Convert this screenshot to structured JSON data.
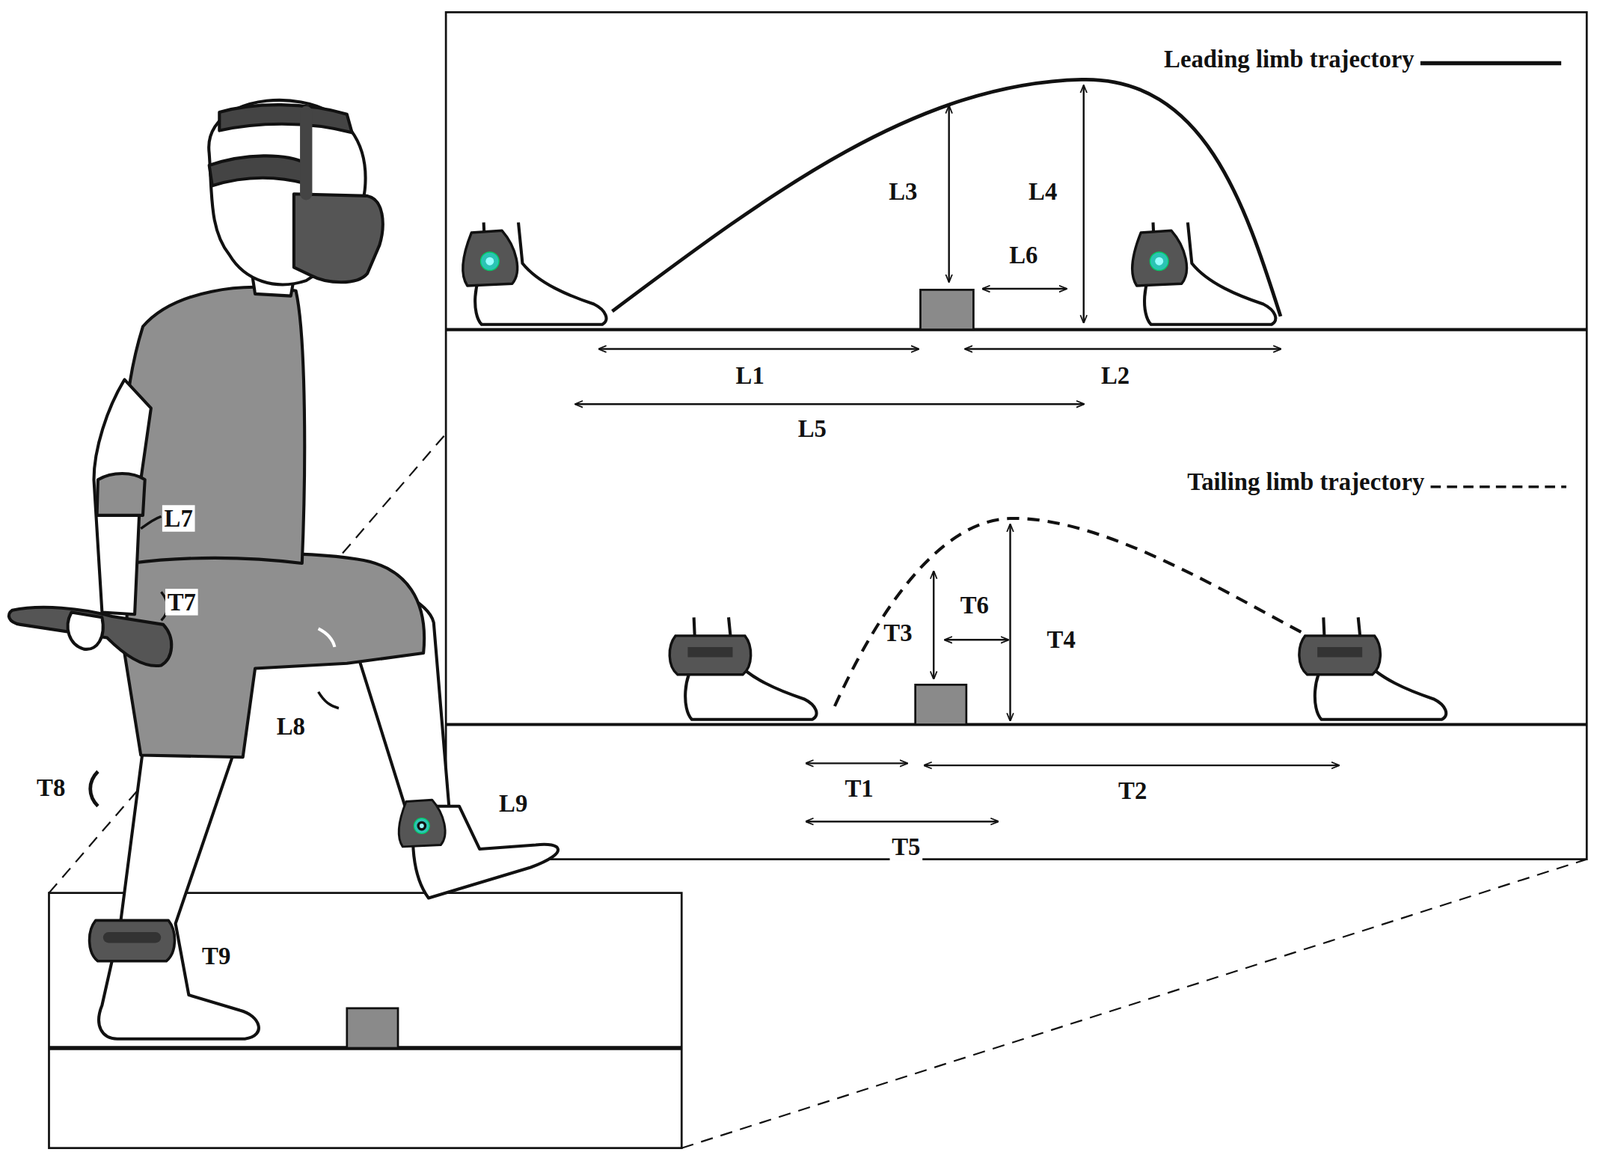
{
  "diagram": {
    "labels": [
      "L1",
      "L2",
      "L3",
      "L4",
      "L5",
      "L6",
      "L7",
      "L8",
      "L9",
      "T1",
      "T2",
      "T3",
      "T4",
      "T5",
      "T6",
      "T7",
      "T8",
      "T9"
    ],
    "legend": [
      {
        "text": "Leading limb trajectory"
      },
      {
        "text": "Tailing limb trajectory"
      }
    ]
  }
}
